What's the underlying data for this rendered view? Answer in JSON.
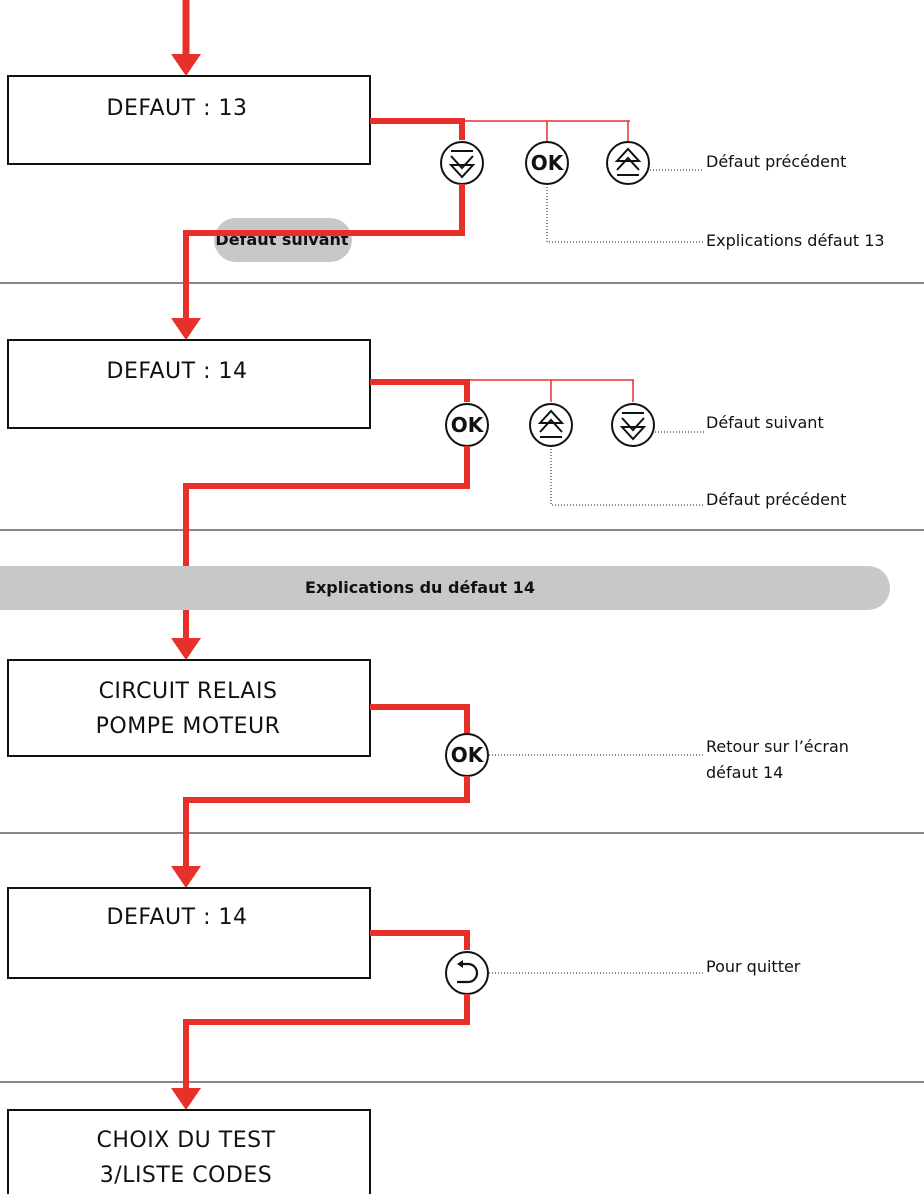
{
  "sections": [
    {
      "screen_lines": [
        "DEFAUT : 13"
      ],
      "buttons": [
        "double-down",
        "OK",
        "double-up"
      ],
      "labels": [
        "Défaut précédent",
        "Explications défaut 13"
      ],
      "banner": "Défaut suivant"
    },
    {
      "screen_lines": [
        "DEFAUT : 14"
      ],
      "buttons": [
        "OK",
        "double-up",
        "double-down"
      ],
      "labels": [
        "Défaut suivant",
        "Défaut précédent"
      ],
      "banner": "Explications du défaut 14"
    },
    {
      "screen_lines": [
        "CIRCUIT RELAIS",
        "POMPE MOTEUR"
      ],
      "buttons": [
        "OK"
      ],
      "labels": [
        "Retour sur l’écran",
        "défaut 14"
      ]
    },
    {
      "screen_lines": [
        "DEFAUT : 14"
      ],
      "buttons": [
        "return"
      ],
      "labels": [
        "Pour quitter"
      ]
    },
    {
      "screen_lines": [
        "CHOIX DU TEST",
        "3/LISTE CODES"
      ]
    }
  ],
  "ok_label": "OK",
  "colors": {
    "flow_red": "#e8302a",
    "banner_gray": "#c8c8c8",
    "line": "#111111"
  }
}
